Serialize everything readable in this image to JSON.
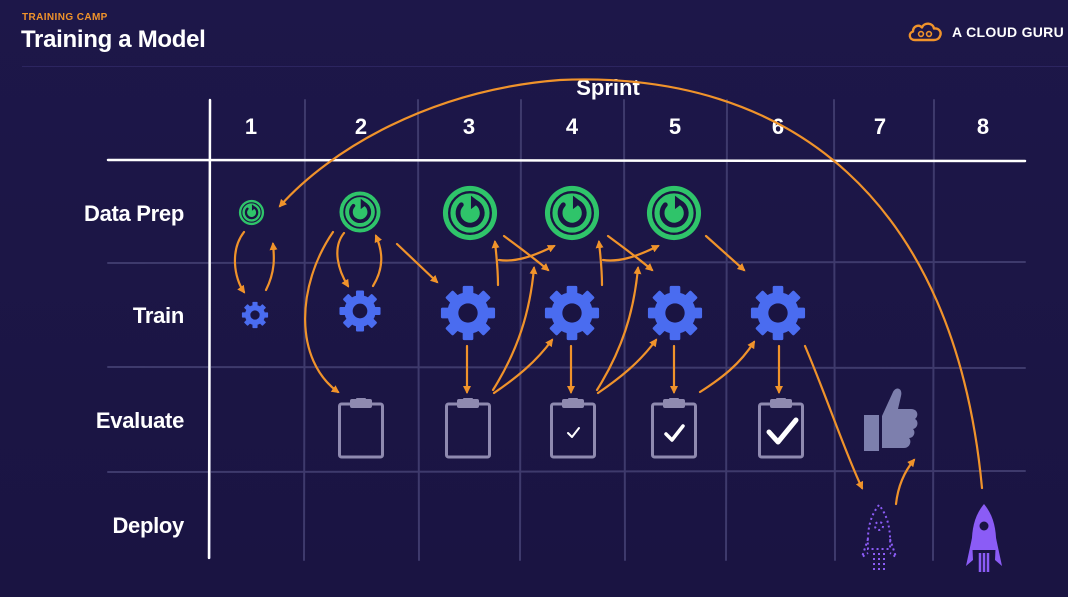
{
  "header": {
    "kicker": "TRAINING CAMP",
    "title": "Training a Model",
    "brand": "A CLOUD GURU"
  },
  "diagram": {
    "axis_title": "Sprint",
    "columns": [
      "1",
      "2",
      "3",
      "4",
      "5",
      "6",
      "7",
      "8"
    ],
    "rows": [
      "Data Prep",
      "Train",
      "Evaluate",
      "Deploy"
    ],
    "icons": {
      "data_prep": "refresh-icon",
      "train": "gear-icon",
      "evaluate": "clipboard-icon",
      "approve": "thumbs-up-icon",
      "deploy": "rocket-icon"
    },
    "colors": {
      "background": "#1b1545",
      "accent": "#f0932b",
      "data_prep": "#2fc46a",
      "train": "#4a6cf0",
      "clipboard": "#8f8ab0",
      "thumbs_up": "#7d7fad",
      "rocket": "#8b5cf6",
      "grid": "#3e3a6c"
    }
  }
}
